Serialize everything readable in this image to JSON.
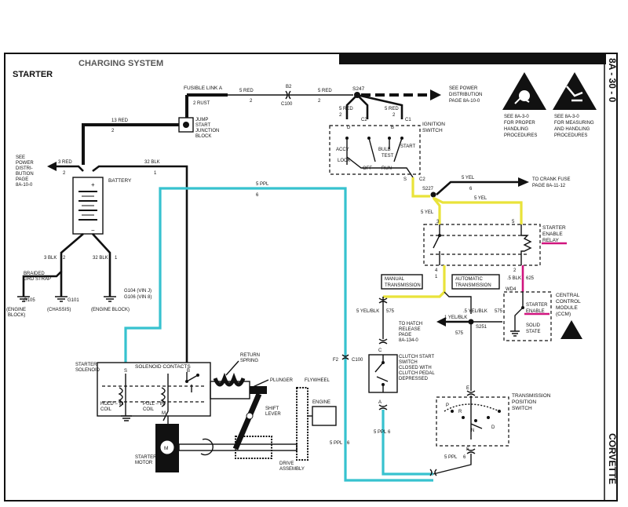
{
  "header": {
    "title": "STARTER",
    "faded_title": "CHARGING SYSTEM"
  },
  "side_labels": {
    "page_number": "8A - 30 - 0",
    "model": "CORVETTE"
  },
  "warnings": {
    "left": [
      "SEE 8A-3-0",
      "FOR PROPER",
      "HANDLING",
      "PROCEDURES"
    ],
    "right": [
      "SEE 8A-3-0",
      "FOR MEASURING",
      "AND HANDLING",
      "PROCEDURES"
    ]
  },
  "top_wiring": {
    "fusible_link": "FUSIBLE LINK A",
    "rust": "2 RUST",
    "red5_a": "5 RED",
    "red5_a_num": "2",
    "b2": "B2",
    "c100": "C100",
    "red5_b": "5 RED",
    "red5_b_num": "2",
    "s247": "S247",
    "see_power": [
      "SEE POWER",
      "DISTRIBUTION",
      "PAGE 8A-10-0"
    ]
  },
  "jump_start": {
    "red13": "13 RED",
    "red13_num": "2",
    "label": [
      "JUMP",
      "START",
      "JUNCTION",
      "BLOCK"
    ]
  },
  "battery": {
    "see_power": [
      "SEE",
      "POWER",
      "DISTRI-",
      "BUTION",
      "PAGE",
      "8A-10-0"
    ],
    "red3": "3 RED",
    "red3_num": "2",
    "blk32": "32 BLK",
    "blk32_num": "1",
    "label": "BATTERY",
    "plus": "+",
    "minus": "−",
    "blk3": "3 BLK",
    "blk3_num": "2",
    "blk32b": "32 BLK",
    "blk32b_num": "1"
  },
  "grounds": {
    "braided": [
      "BRAIDED",
      "GRD STRAP"
    ],
    "g105": "G105",
    "g105_loc": [
      "(ENGINE",
      "BLOCK)"
    ],
    "g101": "G101",
    "g101_loc": "(CHASSIS)",
    "g104": "G104 (VIN J)",
    "g106": "G106 (VIN 8)",
    "g104_loc": "(ENGINE BLOCK)"
  },
  "ignition": {
    "red5_d": "5 RED",
    "red5_d_num": "2",
    "red5_c": "5 RED",
    "red5_c_num": "2",
    "d": "D",
    "c2": "C2",
    "b": "B",
    "c1": "C1",
    "label": [
      "IGNITION",
      "SWITCH"
    ],
    "accy": "ACCY",
    "lock": "LOCK",
    "off": "OFF",
    "bulb": "BULB",
    "test": "TEST",
    "run": "RUN",
    "start": "START",
    "s": "S",
    "c2b": "C2"
  },
  "crank": {
    "yel5": "5 YEL",
    "yel5_num": "6",
    "to_crank": [
      "TO CRANK FUSE",
      "PAGE 8A-11-12"
    ],
    "s227": "S227",
    "yel5_b": "5 YEL",
    "yel5_c": "5 YEL"
  },
  "relay": {
    "label": [
      "STARTER",
      "ENABLE",
      "RELAY"
    ],
    "pin3": "3",
    "pin5": "5",
    "pin4": "4",
    "pin1": "1",
    "pin2": "2",
    "blk_5": ".5 BLK",
    "blk_5_num": "625"
  },
  "transmission": {
    "manual": [
      "MANUAL",
      "TRANSMISSION"
    ],
    "automatic": [
      "AUTOMATIC",
      "TRANSMISSION"
    ],
    "yelblk_a": "5 YEL/BLK",
    "yelblk_a_num": "575",
    "yelblk_b": ".5 YEL/BLK",
    "yelblk_b_num": "575",
    "to_hatch": [
      "TO HATCH",
      "RELEASE",
      "PAGE",
      "8A-134-0"
    ],
    "yelblk_c": "1 YEL/BLK",
    "s251": "S251",
    "num575": "575"
  },
  "ccm": {
    "wd4": "WD4",
    "label": [
      "CENTRAL",
      "CONTROL",
      "MODULE",
      "(CCM)"
    ],
    "starter": "STARTER",
    "enable": "ENABLE",
    "solid": "SOLID",
    "state": "STATE"
  },
  "clutch": {
    "f2": "F2",
    "c100": "C100",
    "c": "C",
    "a": "A",
    "label": [
      "CLUTCH START",
      "SWITCH",
      "CLOSED WITH",
      "CLUTCH PEDAL",
      "DEPRESSED"
    ],
    "ppl5": "5 PPL",
    "ppl5_num": "6"
  },
  "tps": {
    "e": "E",
    "label": [
      "TRANSMISSION",
      "POSITION",
      "SWITCH"
    ],
    "p": "P",
    "r": "R",
    "n": "N",
    "d": "D",
    "f": "F",
    "ppl5": "5 PPL",
    "ppl5_num": "6"
  },
  "solenoid": {
    "label": [
      "STARTER",
      "SOLENOID"
    ],
    "contacts": "SOLENOID CONTACTS",
    "s": "S",
    "b": "B",
    "m": "M",
    "hold": [
      "HOLD – IN",
      "COIL"
    ],
    "pull": [
      "PULL – IN",
      "COIL"
    ],
    "return_spring": [
      "RETURN",
      "SPRING"
    ],
    "plunger": "PLUNGER",
    "flywheel": "FLYWHEEL",
    "shift": [
      "SHIFT",
      "LEVER"
    ],
    "engine": "ENGINE",
    "drive": [
      "DRIVE",
      "ASSEMBLY"
    ],
    "motor": [
      "STARTER",
      "MOTOR"
    ],
    "m_symbol": "M"
  },
  "ppl_wire": {
    "ppl5": "5 PPL",
    "ppl5_num": "6",
    "ppl5_b": "5 PPL",
    "ppl5_b_num": "6"
  },
  "colors": {
    "wire_cyan": "#37c2cf",
    "wire_yellow": "#e9e33a",
    "highlight": "#d0147e"
  }
}
